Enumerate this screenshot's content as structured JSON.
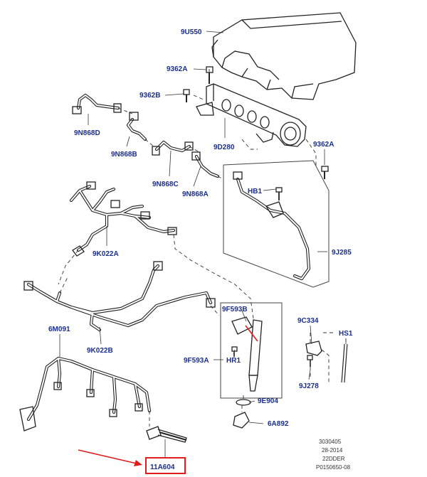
{
  "diagram": {
    "labels": {
      "cover": "9U550",
      "bolt_top": "9362A",
      "bolt_left": "9362B",
      "fuel_rail": "9D280",
      "bolt_right": "9362A",
      "pipe_1": "9N868D",
      "pipe_2": "9N868B",
      "pipe_3": "9N868C",
      "pipe_4": "9N868A",
      "bracket": "HB1",
      "return_hose": "9J285",
      "leak_hose_upper": "9K022A",
      "leak_hose_lower": "9K022B",
      "harness": "6M091",
      "clamp_group": "9F593B",
      "clamp": "9F593A",
      "clamp_bolt": "HR1",
      "washer": "9E904",
      "injector_seal": "6A892",
      "sensor": "9C334",
      "sensor_bolt": "9J278",
      "stud": "HS1",
      "glow_plug": "11A604"
    },
    "meta": {
      "line1": "3030405",
      "line2": "28-2014",
      "line3": "22DDER",
      "line4": "P0150650-08"
    },
    "colors": {
      "label": "#1c2f8a",
      "line": "#222222",
      "highlight": "#e01e1e"
    }
  }
}
